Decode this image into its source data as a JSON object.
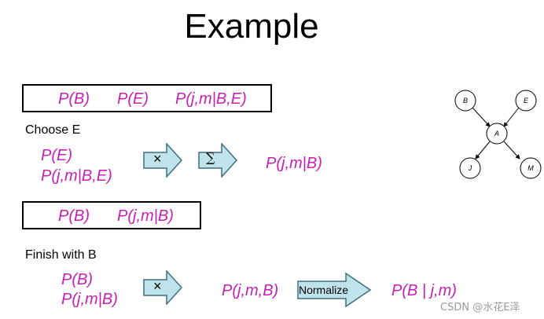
{
  "title": "Example",
  "factor_box_1": {
    "terms": [
      "P(B)",
      "P(E)",
      "P(j,m|B,E)"
    ]
  },
  "step_1": {
    "label": "Choose E",
    "inputs": [
      "P(E)",
      "P(j,m|B,E)"
    ],
    "op_multiply": "×",
    "op_sum": "∑",
    "result": "P(j,m|B)"
  },
  "factor_box_2": {
    "terms": [
      "P(B)",
      "P(j,m|B)"
    ]
  },
  "step_2": {
    "label": "Finish with B",
    "inputs": [
      "P(B)",
      "P(j,m|B)"
    ],
    "op_multiply": "×",
    "product": "P(j,m,B)",
    "normalize_label": "Normalize",
    "result": "P(B | j,m)"
  },
  "network": {
    "nodes": [
      "B",
      "E",
      "A",
      "J",
      "M"
    ]
  },
  "watermark": "CSDN @水花E泽",
  "colors": {
    "term_color": "#c71fb4",
    "arrow_fill": "#bfe3ea",
    "arrow_stroke": "#3f6f80"
  }
}
